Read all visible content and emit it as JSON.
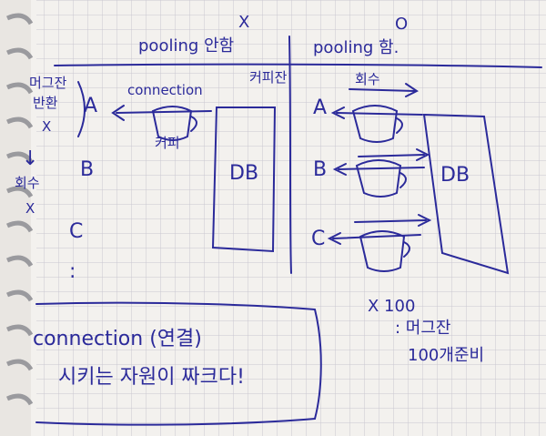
{
  "left_panel": {
    "mark": "X",
    "heading": "pooling 안함",
    "connection_label": "connection",
    "rows": [
      "A",
      "B",
      "C",
      ":"
    ],
    "cup_label": "커피",
    "db_label": "DB",
    "side_note_line1": "머그잔",
    "side_note_line2": "반환",
    "side_note_line3": "X",
    "side_arrow": "↓",
    "side_note_line4": "회수",
    "side_note_line5": "X"
  },
  "right_panel": {
    "mark": "O",
    "heading": "pooling 함.",
    "top_label": "커피잔",
    "return_label": "회수",
    "rows": [
      "A",
      "B",
      "C"
    ],
    "db_label": "DB",
    "count": "X 100",
    "note_line1": ": 머그잔",
    "note_line2": "100개준비"
  },
  "footer": {
    "line1": "connection (연결)",
    "line2": "시키는 자원이 짜크다!"
  },
  "colors": {
    "ink": "#2b2a9a",
    "paper": "#f3f1ee",
    "grid": "#c9c6d0"
  }
}
